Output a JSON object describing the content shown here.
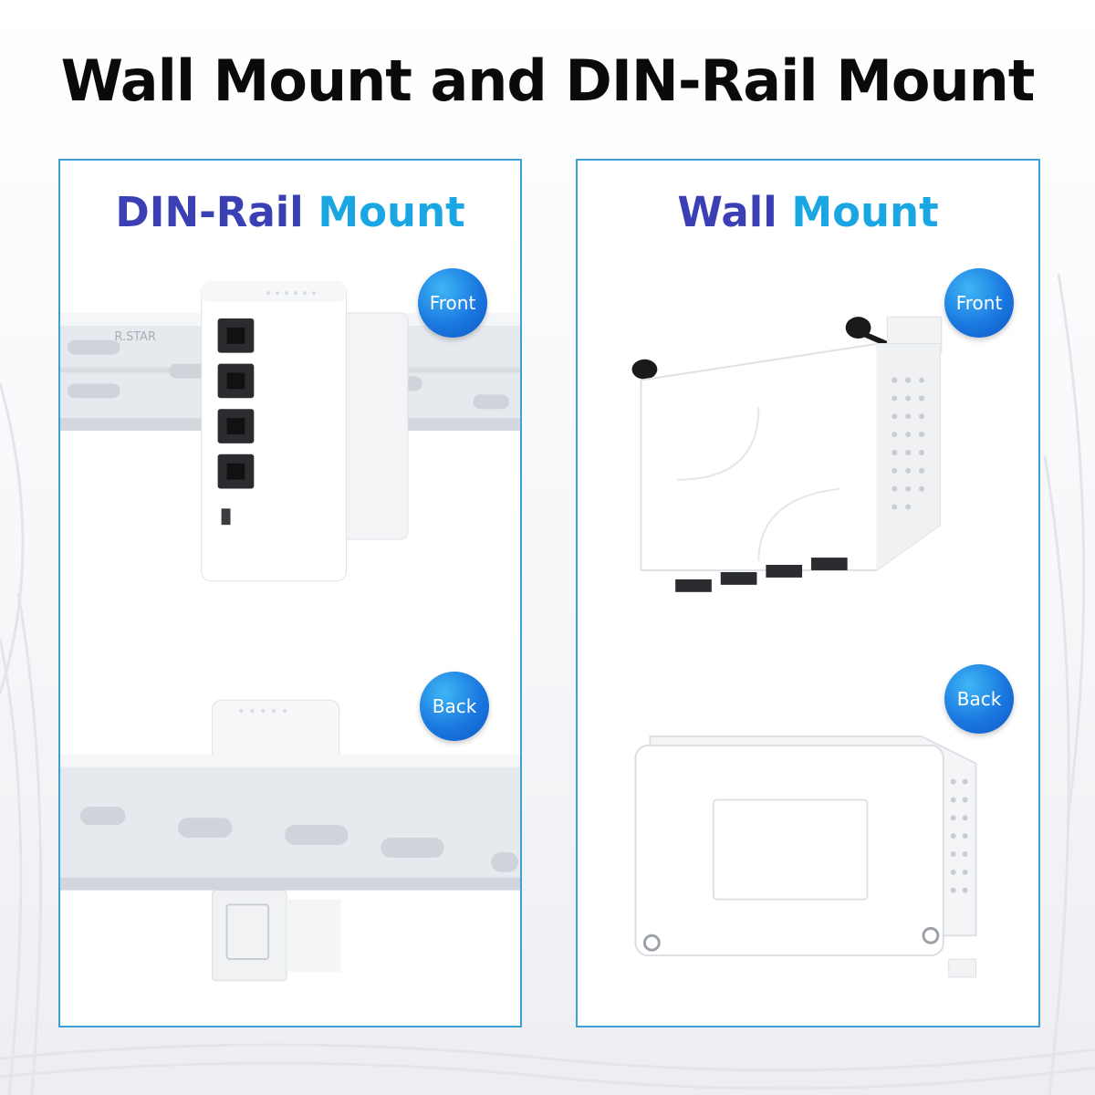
{
  "main_title": "Wall Mount and DIN-Rail Mount",
  "colors": {
    "border": "#3ea1d6",
    "title_dark_blue": "#3a3fb4",
    "title_light_blue": "#1aa6e3",
    "badge_blue": "#1a78e0"
  },
  "left_panel": {
    "title_part1": "DIN-Rail",
    "title_part2": "Mount",
    "front_badge": "Front",
    "back_badge": "Back",
    "rail_marking": "R.STAR"
  },
  "right_panel": {
    "title_part1": "Wall",
    "title_part2": "Mount",
    "front_badge": "Front",
    "back_badge": "Back"
  },
  "icons": [
    "din-rail-front-image",
    "din-rail-back-image",
    "wall-mount-front-image",
    "wall-mount-back-image",
    "screw-icon"
  ]
}
